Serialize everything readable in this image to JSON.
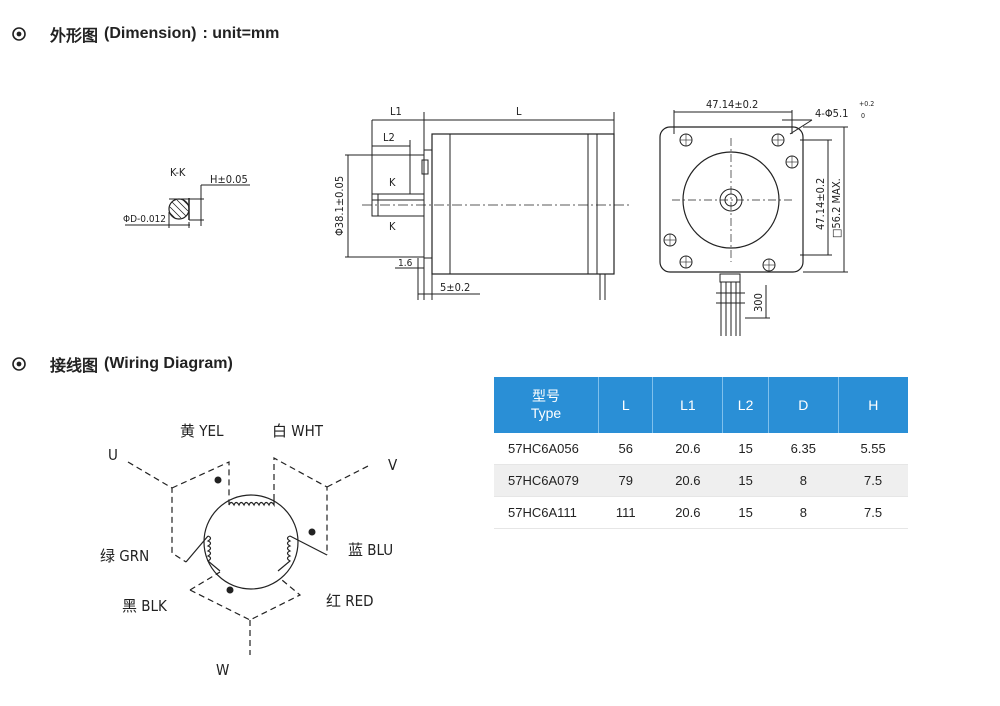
{
  "section1": {
    "title_cn": "外形图",
    "title_en": "(Dimension)",
    "title_unit": ":  unit=mm"
  },
  "section2": {
    "title_cn": "接线图",
    "title_en": "(Wiring Diagram)"
  },
  "dimension": {
    "kk_label": "K-K",
    "h_label": "H±0.05",
    "d_label": "ΦD-0.012",
    "l1": "L1",
    "l": "L",
    "l2": "L2",
    "shaft_dia": "Φ38.1±0.05",
    "k_top": "K",
    "k_bottom": "K",
    "flange": "1.6",
    "boss": "5±0.2",
    "width": "47.14±0.2",
    "holes": "4-Φ5.1",
    "holes_tol_up": "+0.2",
    "holes_tol_low": "0",
    "height": "47.14±0.2",
    "max": "□56.2 MAX.",
    "lead": "300"
  },
  "wiring": {
    "u": "U",
    "v": "V",
    "w": "W",
    "yel": "黄 YEL",
    "wht": "白 WHT",
    "grn": "绿 GRN",
    "blu": "蓝 BLU",
    "blk": "黑 BLK",
    "red": "红 RED"
  },
  "table": {
    "headers": [
      {
        "cn": "型号",
        "en": "Type"
      },
      {
        "cn": "L"
      },
      {
        "cn": "L1"
      },
      {
        "cn": "L2"
      },
      {
        "cn": "D"
      },
      {
        "cn": "H"
      }
    ],
    "rows": [
      [
        "57HC6A056",
        "56",
        "20.6",
        "15",
        "6.35",
        "5.55"
      ],
      [
        "57HC6A079",
        "79",
        "20.6",
        "15",
        "8",
        "7.5"
      ],
      [
        "57HC6A111",
        "111",
        "20.6",
        "15",
        "8",
        "7.5"
      ]
    ]
  },
  "colors": {
    "header_blue": "#2a8fd6",
    "row_alt": "#efefef"
  }
}
